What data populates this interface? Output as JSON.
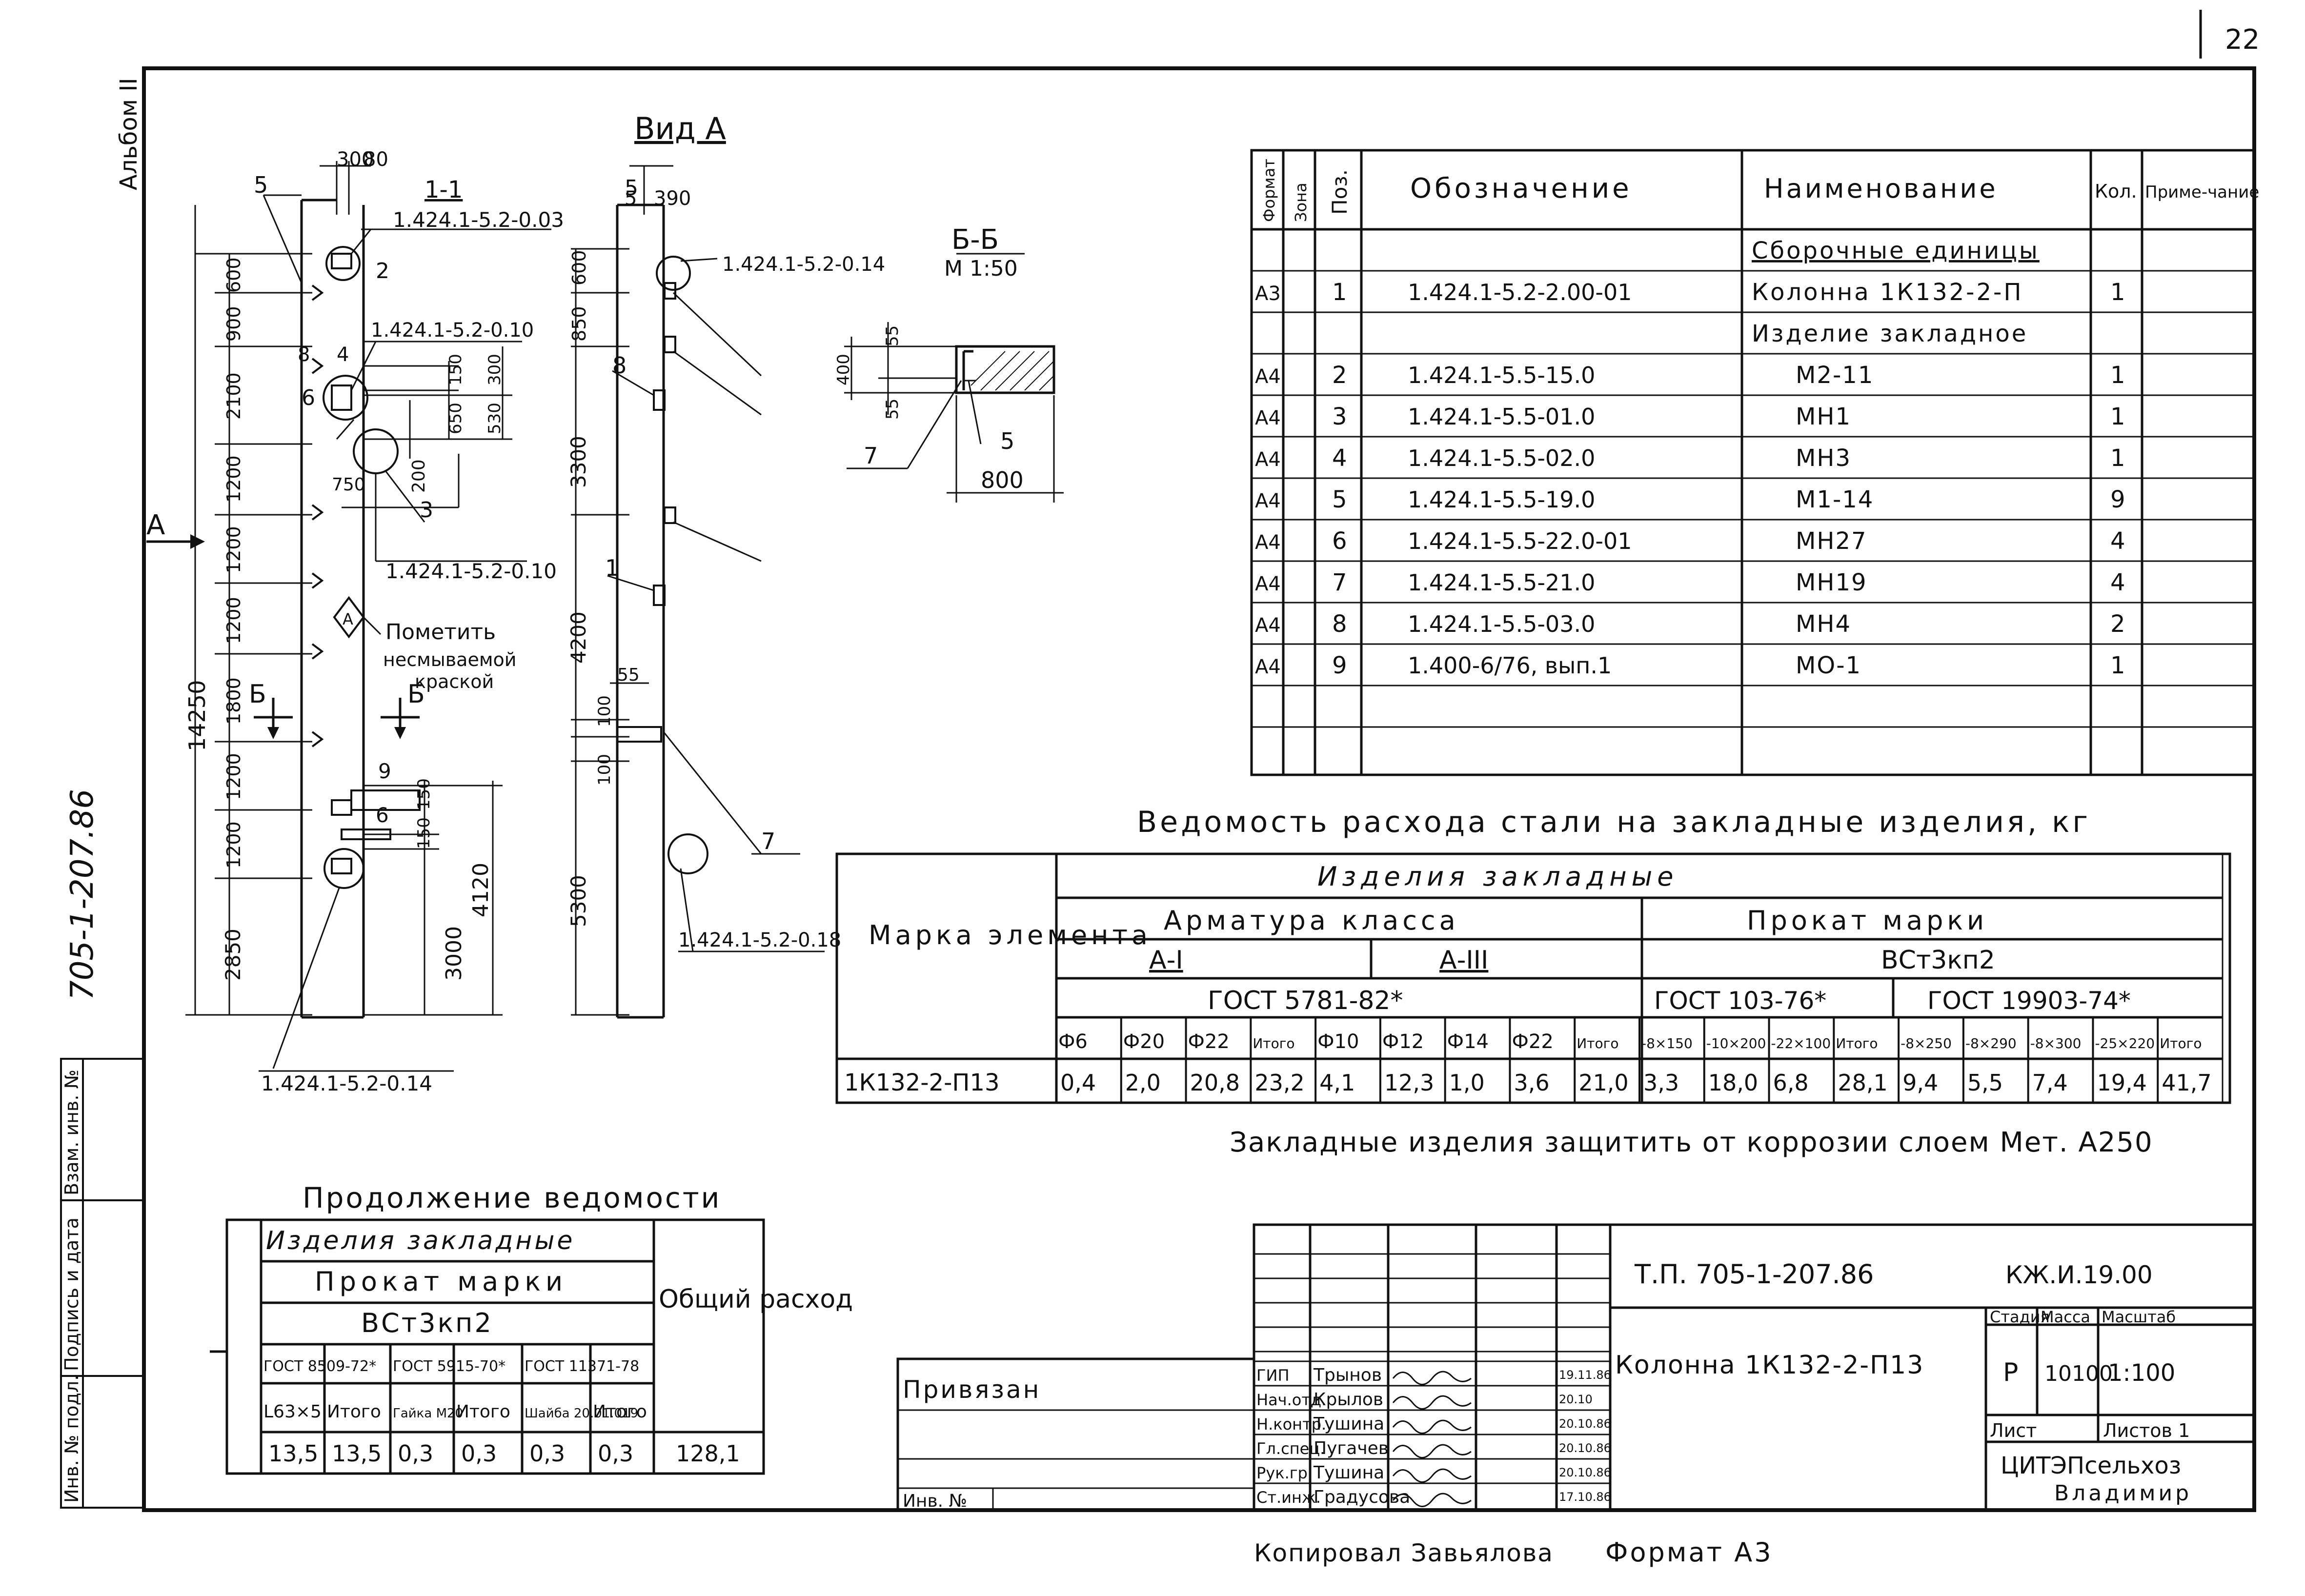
{
  "sheet": {
    "page_number": "22",
    "album": "Альбом II",
    "side_code": "705-1-207.86",
    "copied_by": "Копировал Завьялова",
    "format": "Формат А3",
    "note": "Закладные изделия защитить от коррозии слоем Мет. А250"
  },
  "side_stamp": [
    "Инв. № подл.",
    "Подпись и дата",
    "Взам. инв. №"
  ],
  "specification": {
    "headers": [
      "Формат",
      "Зона",
      "Поз.",
      "Обозначение",
      "Наименование",
      "Кол.",
      "Приме-чание"
    ],
    "rows": [
      {
        "fmt": "",
        "zone": "",
        "pos": "",
        "code": "",
        "name": "Сборочные единицы",
        "qty": "",
        "note": "",
        "style": "section"
      },
      {
        "fmt": "А3",
        "zone": "",
        "pos": "1",
        "code": "1.424.1-5.2-2.00-01",
        "name": "Колонна 1К132-2-П",
        "qty": "1",
        "note": "",
        "style": "left"
      },
      {
        "fmt": "",
        "zone": "",
        "pos": "",
        "code": "",
        "name": "Изделие закладное",
        "qty": "",
        "note": "",
        "style": "left"
      },
      {
        "fmt": "А4",
        "zone": "",
        "pos": "2",
        "code": "1.424.1-5.5-15.0",
        "name": "М2-11",
        "qty": "1",
        "note": "",
        "style": "item"
      },
      {
        "fmt": "А4",
        "zone": "",
        "pos": "3",
        "code": "1.424.1-5.5-01.0",
        "name": "МН1",
        "qty": "1",
        "note": "",
        "style": "item"
      },
      {
        "fmt": "А4",
        "zone": "",
        "pos": "4",
        "code": "1.424.1-5.5-02.0",
        "name": "МН3",
        "qty": "1",
        "note": "",
        "style": "item"
      },
      {
        "fmt": "А4",
        "zone": "",
        "pos": "5",
        "code": "1.424.1-5.5-19.0",
        "name": "М1-14",
        "qty": "9",
        "note": "",
        "style": "item"
      },
      {
        "fmt": "А4",
        "zone": "",
        "pos": "6",
        "code": "1.424.1-5.5-22.0-01",
        "name": "МН27",
        "qty": "4",
        "note": "",
        "style": "item"
      },
      {
        "fmt": "А4",
        "zone": "",
        "pos": "7",
        "code": "1.424.1-5.5-21.0",
        "name": "МН19",
        "qty": "4",
        "note": "",
        "style": "item"
      },
      {
        "fmt": "А4",
        "zone": "",
        "pos": "8",
        "code": "1.424.1-5.5-03.0",
        "name": "МН4",
        "qty": "2",
        "note": "",
        "style": "item"
      },
      {
        "fmt": "А4",
        "zone": "",
        "pos": "9",
        "code": "1.400-6/76, вып.1",
        "name": "МО-1",
        "qty": "1",
        "note": "",
        "style": "item"
      },
      {
        "fmt": "",
        "zone": "",
        "pos": "",
        "code": "",
        "name": "",
        "qty": "",
        "note": "",
        "style": "empty"
      },
      {
        "fmt": "",
        "zone": "",
        "pos": "",
        "code": "",
        "name": "",
        "qty": "",
        "note": "",
        "style": "empty"
      }
    ]
  },
  "steel": {
    "title": "Ведомость расхода стали на закладные изделия, кг",
    "mark_header": "Марка элемента",
    "group": "Изделия закладные",
    "rebar": "Арматура класса",
    "rolled": "Прокат марки",
    "class1": "А-I",
    "class3": "А-III",
    "gost_rebar": "ГОСТ 5781-82*",
    "rolled_grade": "ВСт3кп2",
    "gost_103": "ГОСТ 103-76*",
    "gost_19903": "ГОСТ 19903-74*",
    "cols": [
      "Ф6",
      "Ф20",
      "Ф22",
      "Итого",
      "Ф10",
      "Ф12",
      "Ф14",
      "Ф22",
      "Итого",
      "-8×150",
      "-10×200",
      "-22×100",
      "Итого",
      "-8×250",
      "-8×290",
      "-8×300",
      "-25×220",
      "Итого"
    ],
    "row": {
      "mark": "1К132-2-П13",
      "values": [
        "0,4",
        "2,0",
        "20,8",
        "23,2",
        "4,1",
        "12,3",
        "1,0",
        "3,6",
        "21,0",
        "3,3",
        "18,0",
        "6,8",
        "28,1",
        "9,4",
        "5,5",
        "7,4",
        "19,4",
        "41,7"
      ]
    }
  },
  "continuation": {
    "title": "Продолжение ведомости",
    "group": "Изделия закладные",
    "rolled": "Прокат марки",
    "grade": "ВСт3кп2",
    "total_header": "Общий расход",
    "gosts": [
      "ГОСТ 8509-72*",
      "ГОСТ 5915-70*",
      "ГОСТ 11371-78"
    ],
    "cols": [
      "L63×5",
      "Итого",
      "Гайка М20",
      "Итого",
      "Шайба 20.01.019",
      "Итого"
    ],
    "values": [
      "13,5",
      "13,5",
      "0,3",
      "0,3",
      "0,3",
      "0,3"
    ],
    "total": "128,1"
  },
  "titleblock": {
    "project": "Т.П. 705-1-207.86",
    "sheet_code": "КЖ.И.19.00",
    "name": "Колонна 1К132-2-П13",
    "stage_label": "Стадия",
    "mass_label": "Масса",
    "scale_label": "Масштаб",
    "stage": "Р",
    "mass": "10100",
    "scale": "1:100",
    "sheet_label": "Лист",
    "sheets_label": "Листов 1",
    "org1": "ЦИТЭПсельхоз",
    "org2": "Владимир",
    "bound": "Привязан",
    "inv": "Инв. №",
    "people": [
      {
        "role": "ГИП",
        "name": "Трынов",
        "date": "19.11.86"
      },
      {
        "role": "Нач.отд.",
        "name": "Крылов",
        "date": "20.10"
      },
      {
        "role": "Н.контр.",
        "name": "Тушина",
        "date": "20.10.86"
      },
      {
        "role": "Гл.спец.",
        "name": "Пугачев",
        "date": "20.10.86"
      },
      {
        "role": "Рук.гр.",
        "name": "Тушина",
        "date": "20.10.86"
      },
      {
        "role": "Ст.инж.",
        "name": "Градусова",
        "date": "17.10.86"
      }
    ]
  },
  "drawing": {
    "view_a_title": "Вид А",
    "section_11": "1-1",
    "section_bb": "Б-Б",
    "section_bb_scale": "М 1:50",
    "mark_note": [
      "Пометить",
      "несмываемой",
      "краской"
    ],
    "view_marker": "А",
    "b_marker": "Б",
    "refs": [
      "1.424.1-5.2-0.03",
      "1.424.1-5.2-0.10",
      "1.424.1-5.2-0.10",
      "1.424.1-5.2-0.14",
      "1.424.1-5.2-0.14",
      "1.424.1-5.2-0.18"
    ],
    "dims_left": [
      "600",
      "900",
      "2100",
      "1200",
      "1200",
      "1200",
      "1800",
      "1200",
      "1200",
      "2850"
    ],
    "overall": "14250",
    "dims_mid": [
      "150",
      "300",
      "650",
      "530",
      "200",
      "750",
      "150",
      "150",
      "3000",
      "4120"
    ],
    "top_dims": [
      "300",
      "80",
      "5",
      "390"
    ],
    "dims_view": [
      "600",
      "850",
      "3300",
      "4200",
      "55",
      "100",
      "100",
      "5300"
    ],
    "bb_dims": [
      "55",
      "400",
      "55",
      "800"
    ],
    "positions": [
      "5",
      "2",
      "8",
      "4",
      "6",
      "3",
      "9",
      "6",
      "7",
      "1",
      "8",
      "7",
      "5"
    ]
  }
}
